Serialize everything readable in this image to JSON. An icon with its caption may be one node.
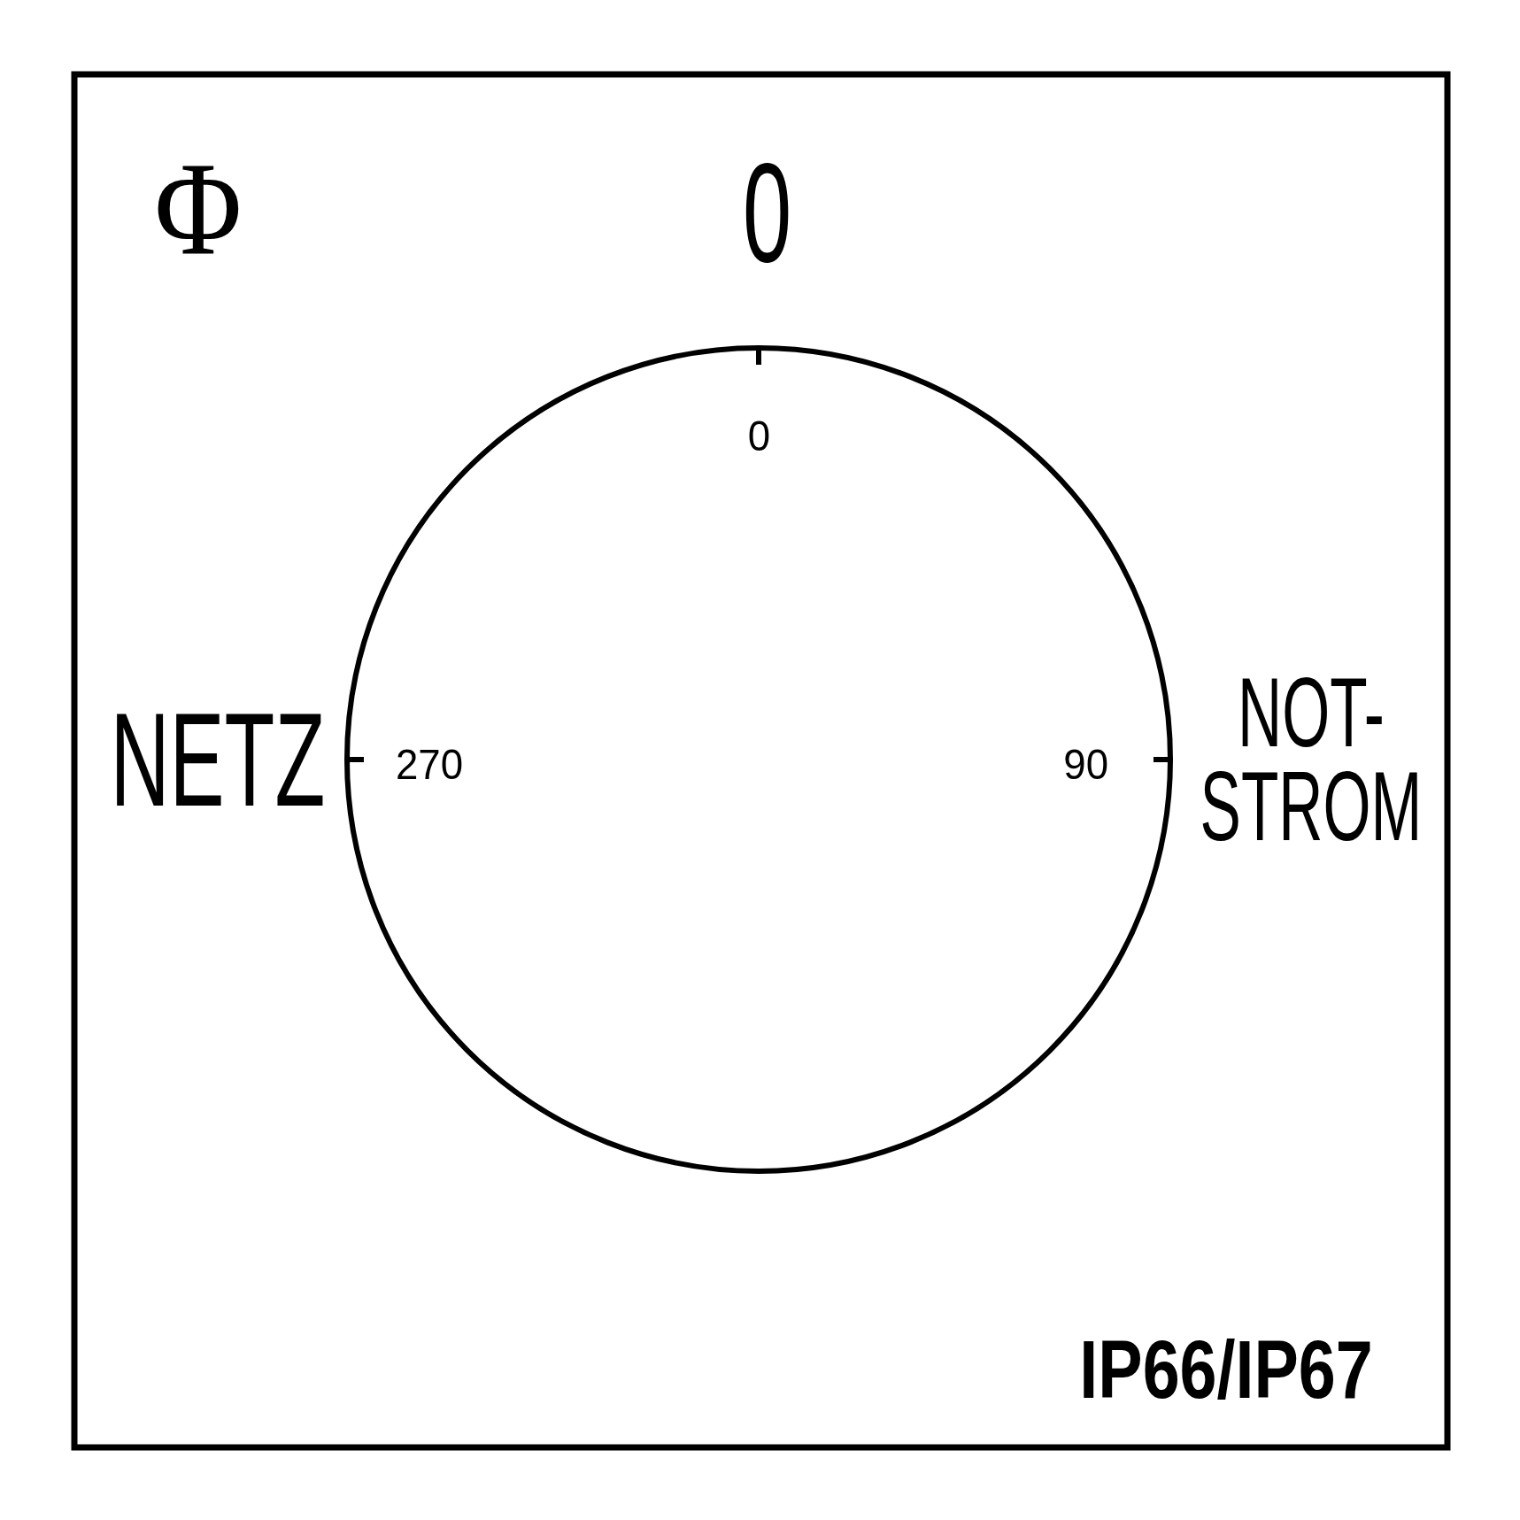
{
  "diagram": {
    "labels": [
      "Φ",
      "0",
      "0",
      "NETZ",
      "270",
      "90",
      "NOT- STROM",
      "IP66/IP67"
    ]
  }
}
